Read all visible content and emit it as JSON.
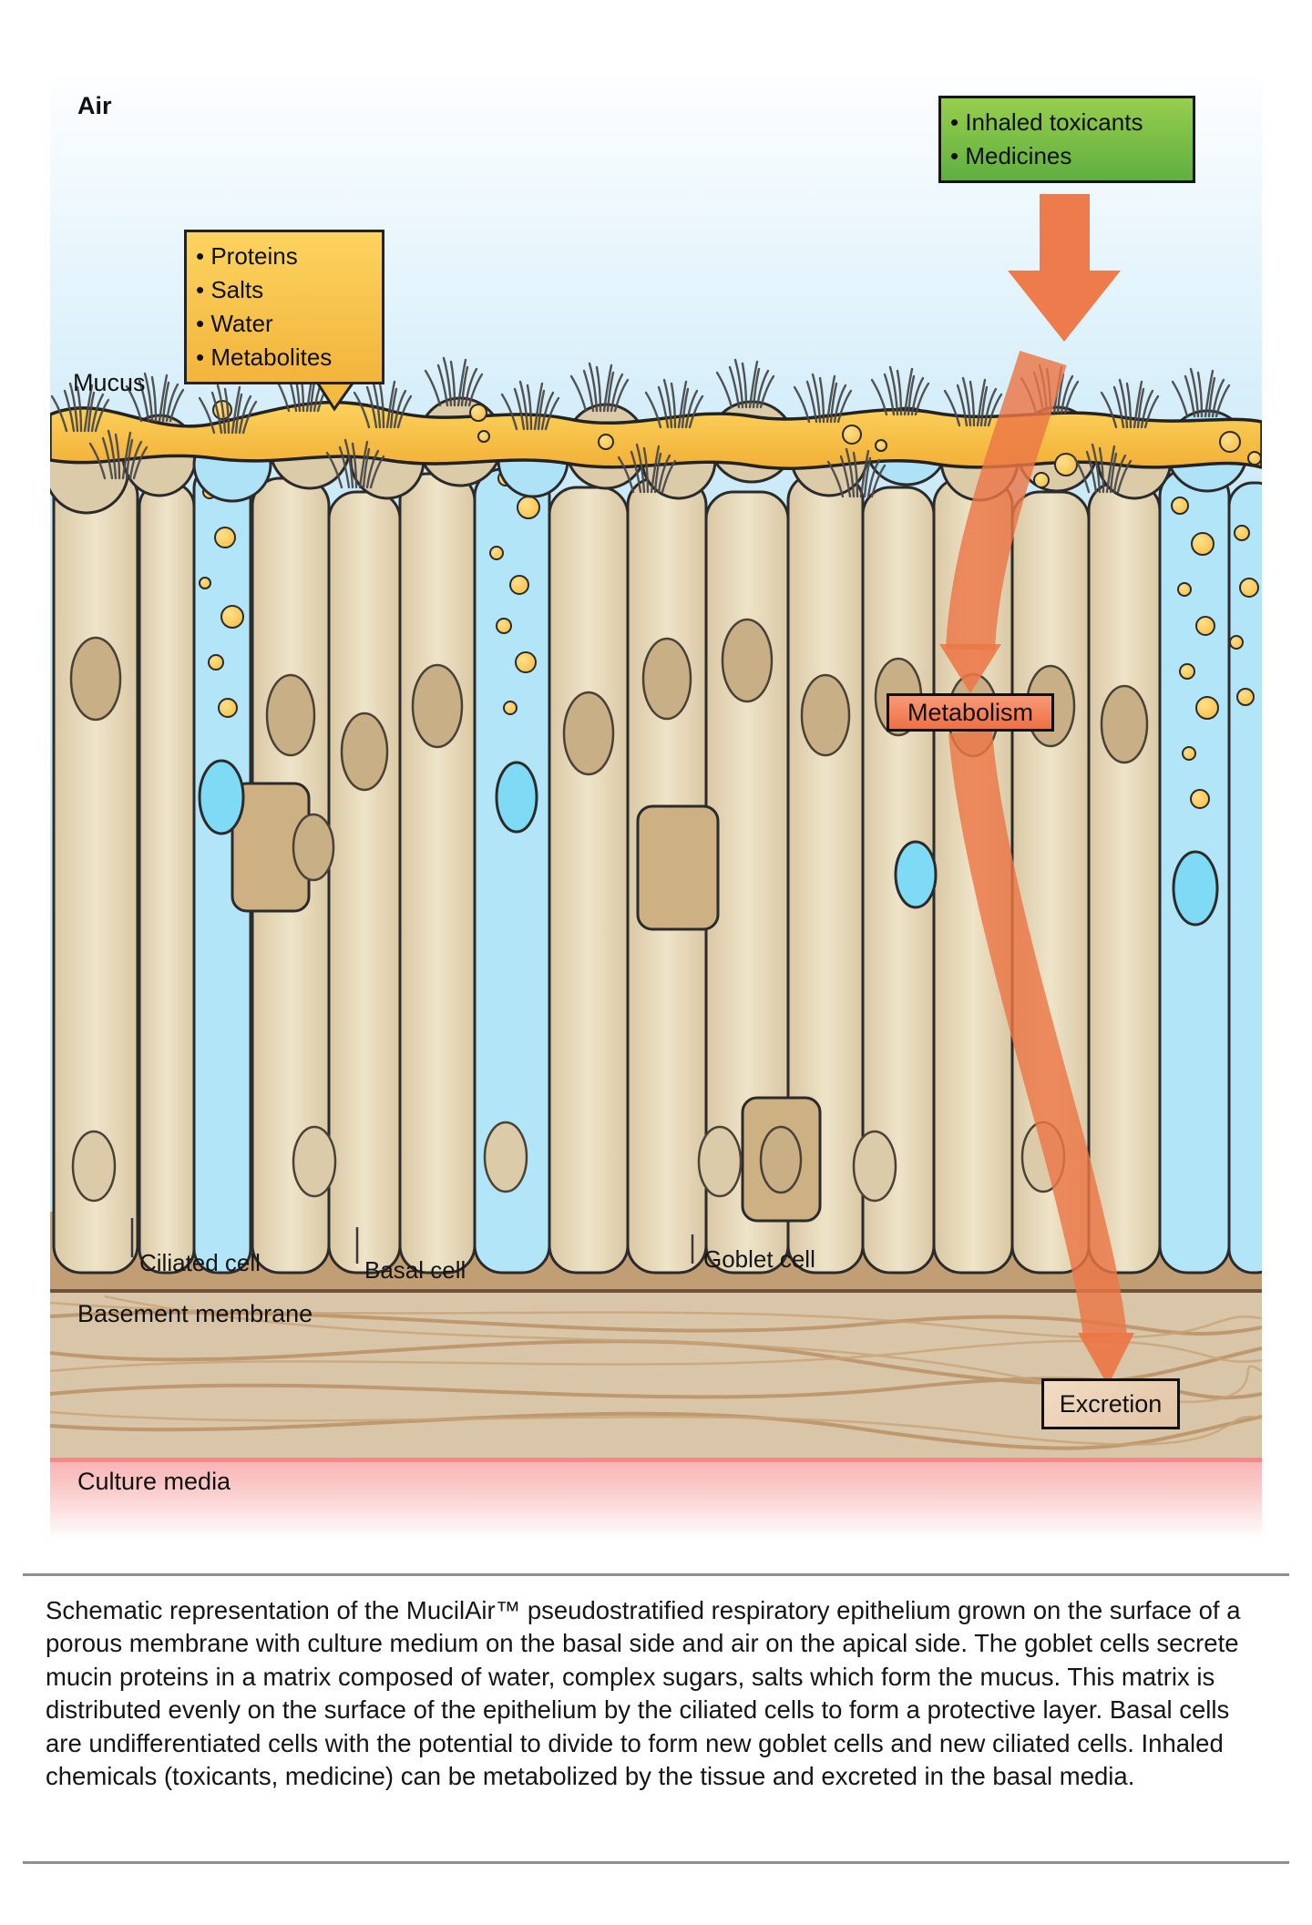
{
  "diagram": {
    "air_label": "Air",
    "mucus_label": "Mucus",
    "inhaled_box": {
      "items": [
        "Inhaled toxicants",
        "Medicines"
      ]
    },
    "secretion_box": {
      "items": [
        "Proteins",
        "Salts",
        "Water",
        "Metabolites"
      ]
    },
    "metabolism_label": "Metabolism",
    "excretion_label": "Excretion",
    "cell_labels": {
      "ciliated": "Ciliated cell",
      "basal": "Basal cell",
      "goblet": "Goblet cell"
    },
    "basement_label": "Basement membrane",
    "culture_label": "Culture media",
    "colors": {
      "sky_blue": "#c6e9f7",
      "green_box": "#6ab33e",
      "yellow_box": "#f5bb41",
      "mucus": "#f9c94d",
      "cell_tan": "#e6d7b6",
      "goblet_blue": "#b3e5f8",
      "arrow_orange": "#ec7647",
      "metabolism_box": "#f0794f",
      "excretion_box": "#e9cdb2",
      "bottom_band": "#c19e73",
      "basement": "#d9c6a8",
      "culture_pink": "#f9b9b9"
    }
  },
  "caption": {
    "text": "Schematic representation of the MucilAir™ pseudostratified respiratory epithelium grown on the surface of a porous membrane with culture medium on the basal side and air on the apical side. The goblet cells secrete mucin proteins in a matrix composed of water, complex sugars, salts which form the mucus. This matrix is distributed evenly on the surface of the epithelium by the ciliated cells to form a protective layer. Basal cells are undifferentiated cells with the potential to divide to form new goblet cells and new ciliated cells. Inhaled chemicals (toxicants, medicine) can be metabolized by the tissue and excreted in the basal media."
  }
}
